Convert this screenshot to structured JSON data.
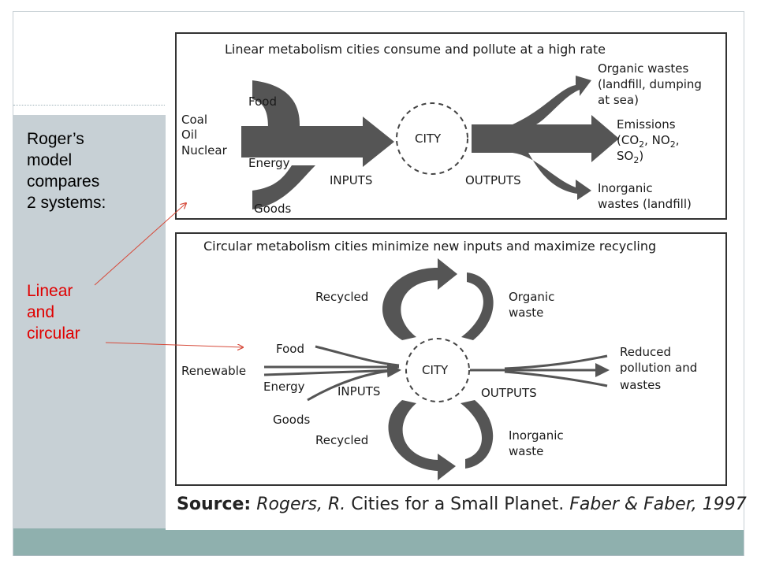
{
  "slide": {
    "caption_main": "Roger’s\nmodel\ncompares\n2 systems:",
    "caption_highlight": "Linear\nand\ncircular",
    "colors": {
      "panel": "#c7d0d5",
      "band": "#8fb0ae",
      "highlight": "#e00000",
      "arrow_fill": "#555555"
    }
  },
  "diagram": {
    "linear": {
      "title": "Linear metabolism cities consume and pollute at a high rate",
      "sources": [
        "Coal",
        "Oil",
        "Nuclear"
      ],
      "inputs": [
        "Food",
        "Energy",
        "Goods"
      ],
      "inputs_label": "INPUTS",
      "city": "CITY",
      "outputs_label": "OUTPUTS",
      "output_organic": [
        "Organic wastes",
        "(landfill, dumping",
        "at sea)"
      ],
      "output_emissions": [
        "Emissions",
        "(CO",
        "2",
        ", NO",
        "2",
        ",",
        "SO",
        "2",
        ")"
      ],
      "output_inorganic": [
        "Inorganic",
        "wastes (landfill)"
      ]
    },
    "circular": {
      "title": "Circular metabolism cities minimize new inputs and maximize recycling",
      "source": "Renewable",
      "inputs": [
        "Food",
        "Energy",
        "Goods"
      ],
      "inputs_label": "INPUTS",
      "city": "CITY",
      "outputs_label": "OUTPUTS",
      "recycled_top": "Recycled",
      "recycled_bottom": "Recycled",
      "organic_waste": [
        "Organic",
        "waste"
      ],
      "inorganic_waste": [
        "Inorganic",
        "waste"
      ],
      "outputs": [
        "Reduced",
        "pollution and",
        "wastes"
      ]
    },
    "source": {
      "label": "Source:",
      "author": "Rogers, R.",
      "title": "Cities for a Small Planet.",
      "publisher": "Faber & Faber, 1997"
    }
  }
}
